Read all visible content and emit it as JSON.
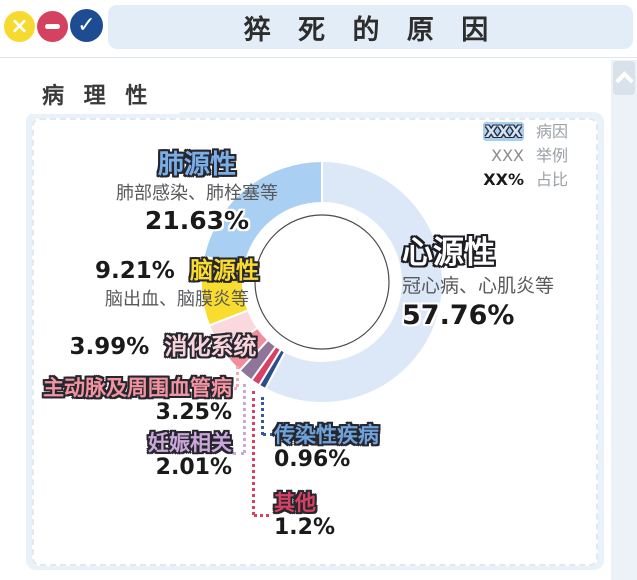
{
  "window": {
    "title": "猝 死 的 原 因",
    "controls": {
      "close_glyph": "×",
      "confirm_glyph": "✓"
    }
  },
  "colors": {
    "titlebar_bg": "#e3edf8",
    "panel_bg": "#e9f1f9",
    "control_yellow": "#f6da2f",
    "control_red": "#d5425f",
    "control_blue": "#1d4c92",
    "outline_dark": "#26262e"
  },
  "tab": {
    "label": "病 理 性"
  },
  "legend": {
    "rows": [
      {
        "sample": "XXX",
        "label": "病因"
      },
      {
        "sample": "XXX",
        "label": "举例"
      },
      {
        "sample": "XX%",
        "label": "占比"
      }
    ]
  },
  "chart_data": {
    "type": "pie",
    "variant": "donut",
    "title": "猝死的原因",
    "category_tab": "病理性",
    "start_angle_deg": 0,
    "direction": "clockwise",
    "outer_radius_px": 121,
    "inner_radius_px": 79,
    "slices": [
      {
        "name": "心源性",
        "example": "冠心病、心肌炎等",
        "value": 57.76,
        "pct_label": "57.76%",
        "color": "#dce8f7",
        "label_color": "#ffffff"
      },
      {
        "name": "传染性疾病",
        "value": 0.96,
        "pct_label": "0.96%",
        "color": "#2b4e8c",
        "label_color": "#6fa3dc"
      },
      {
        "name": "其他",
        "value": 1.2,
        "pct_label": "1.2%",
        "color": "#d84064",
        "label_color": "#d84064"
      },
      {
        "name": "妊娠相关",
        "value": 2.01,
        "pct_label": "2.01%",
        "color": "#8f7597",
        "label_color": "#cba6da"
      },
      {
        "name": "主动脉及周围血管病",
        "value": 3.25,
        "pct_label": "3.25%",
        "color": "#f08e9b",
        "label_color": "#f294a1"
      },
      {
        "name": "消化系统",
        "value": 3.99,
        "pct_label": "3.99%",
        "color": "#fad9de",
        "label_color": "#f9d3da"
      },
      {
        "name": "脑源性",
        "example": "脑出血、脑膜炎等",
        "value": 9.21,
        "pct_label": "9.21%",
        "color": "#f9dc2d",
        "label_color": "#f9dc2d"
      },
      {
        "name": "肺源性",
        "example": "肺部感染、肺栓塞等",
        "value": 21.63,
        "pct_label": "21.63%",
        "color": "#a9cff2",
        "label_color": "#79aee6"
      }
    ],
    "leader_line_colors": {
      "aortic": "#f3a9b4",
      "pregnancy": "#c9a8d8",
      "other": "#d84064",
      "infectious": "#35599a"
    }
  }
}
